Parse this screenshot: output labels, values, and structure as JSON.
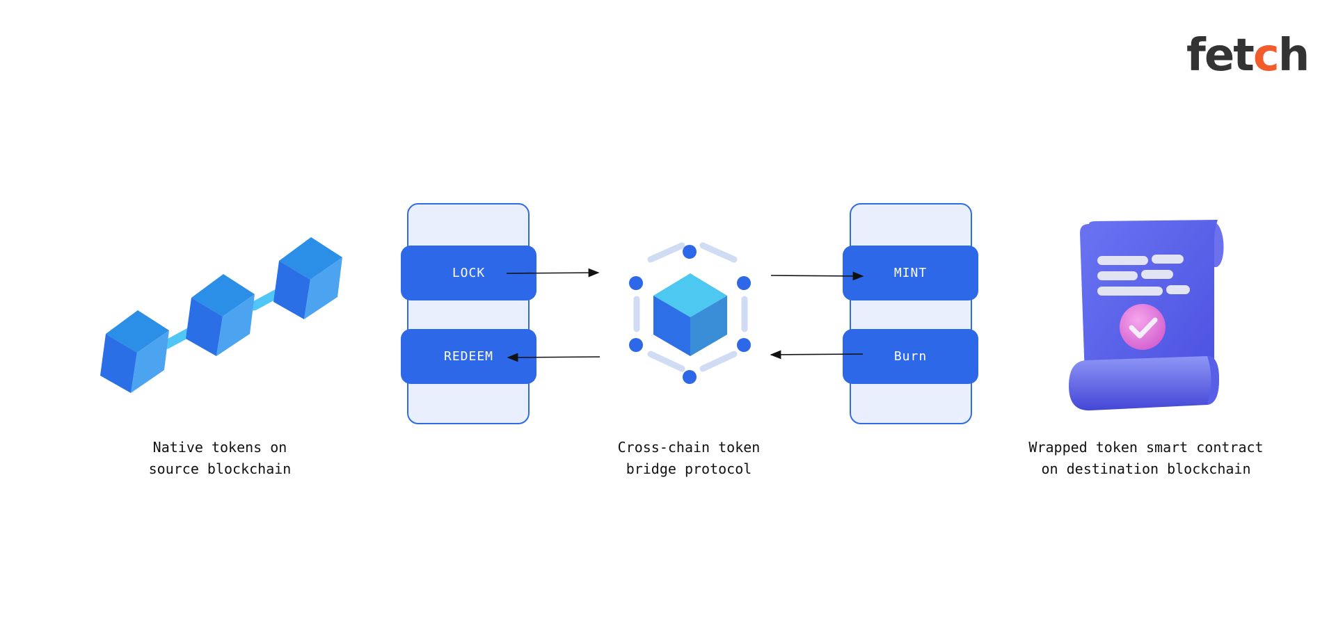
{
  "logo": {
    "brand_main": "fet",
    "brand_accent": "c",
    "brand_end": "h"
  },
  "buttons": {
    "lock": "LOCK",
    "redeem": "REDEEM",
    "mint": "MINT",
    "burn": "Burn"
  },
  "captions": {
    "native": "Native tokens on\nsource blockchain",
    "bridge": "Cross-chain token\nbridge protocol",
    "wrapped": "Wrapped token smart contract\non destination blockchain"
  },
  "colors": {
    "button_blue": "#2d68e9",
    "panel_fill": "#e9effc",
    "cube_top": "#4dc8f0",
    "scroll_purple": "#5a60ee",
    "check_pink": "#e878d8",
    "logo_accent": "#f25c2a"
  },
  "icons": {
    "source_chain": "chain-of-blocks-icon",
    "bridge": "hexagon-network-cube-icon",
    "contract": "scroll-with-check-icon"
  }
}
